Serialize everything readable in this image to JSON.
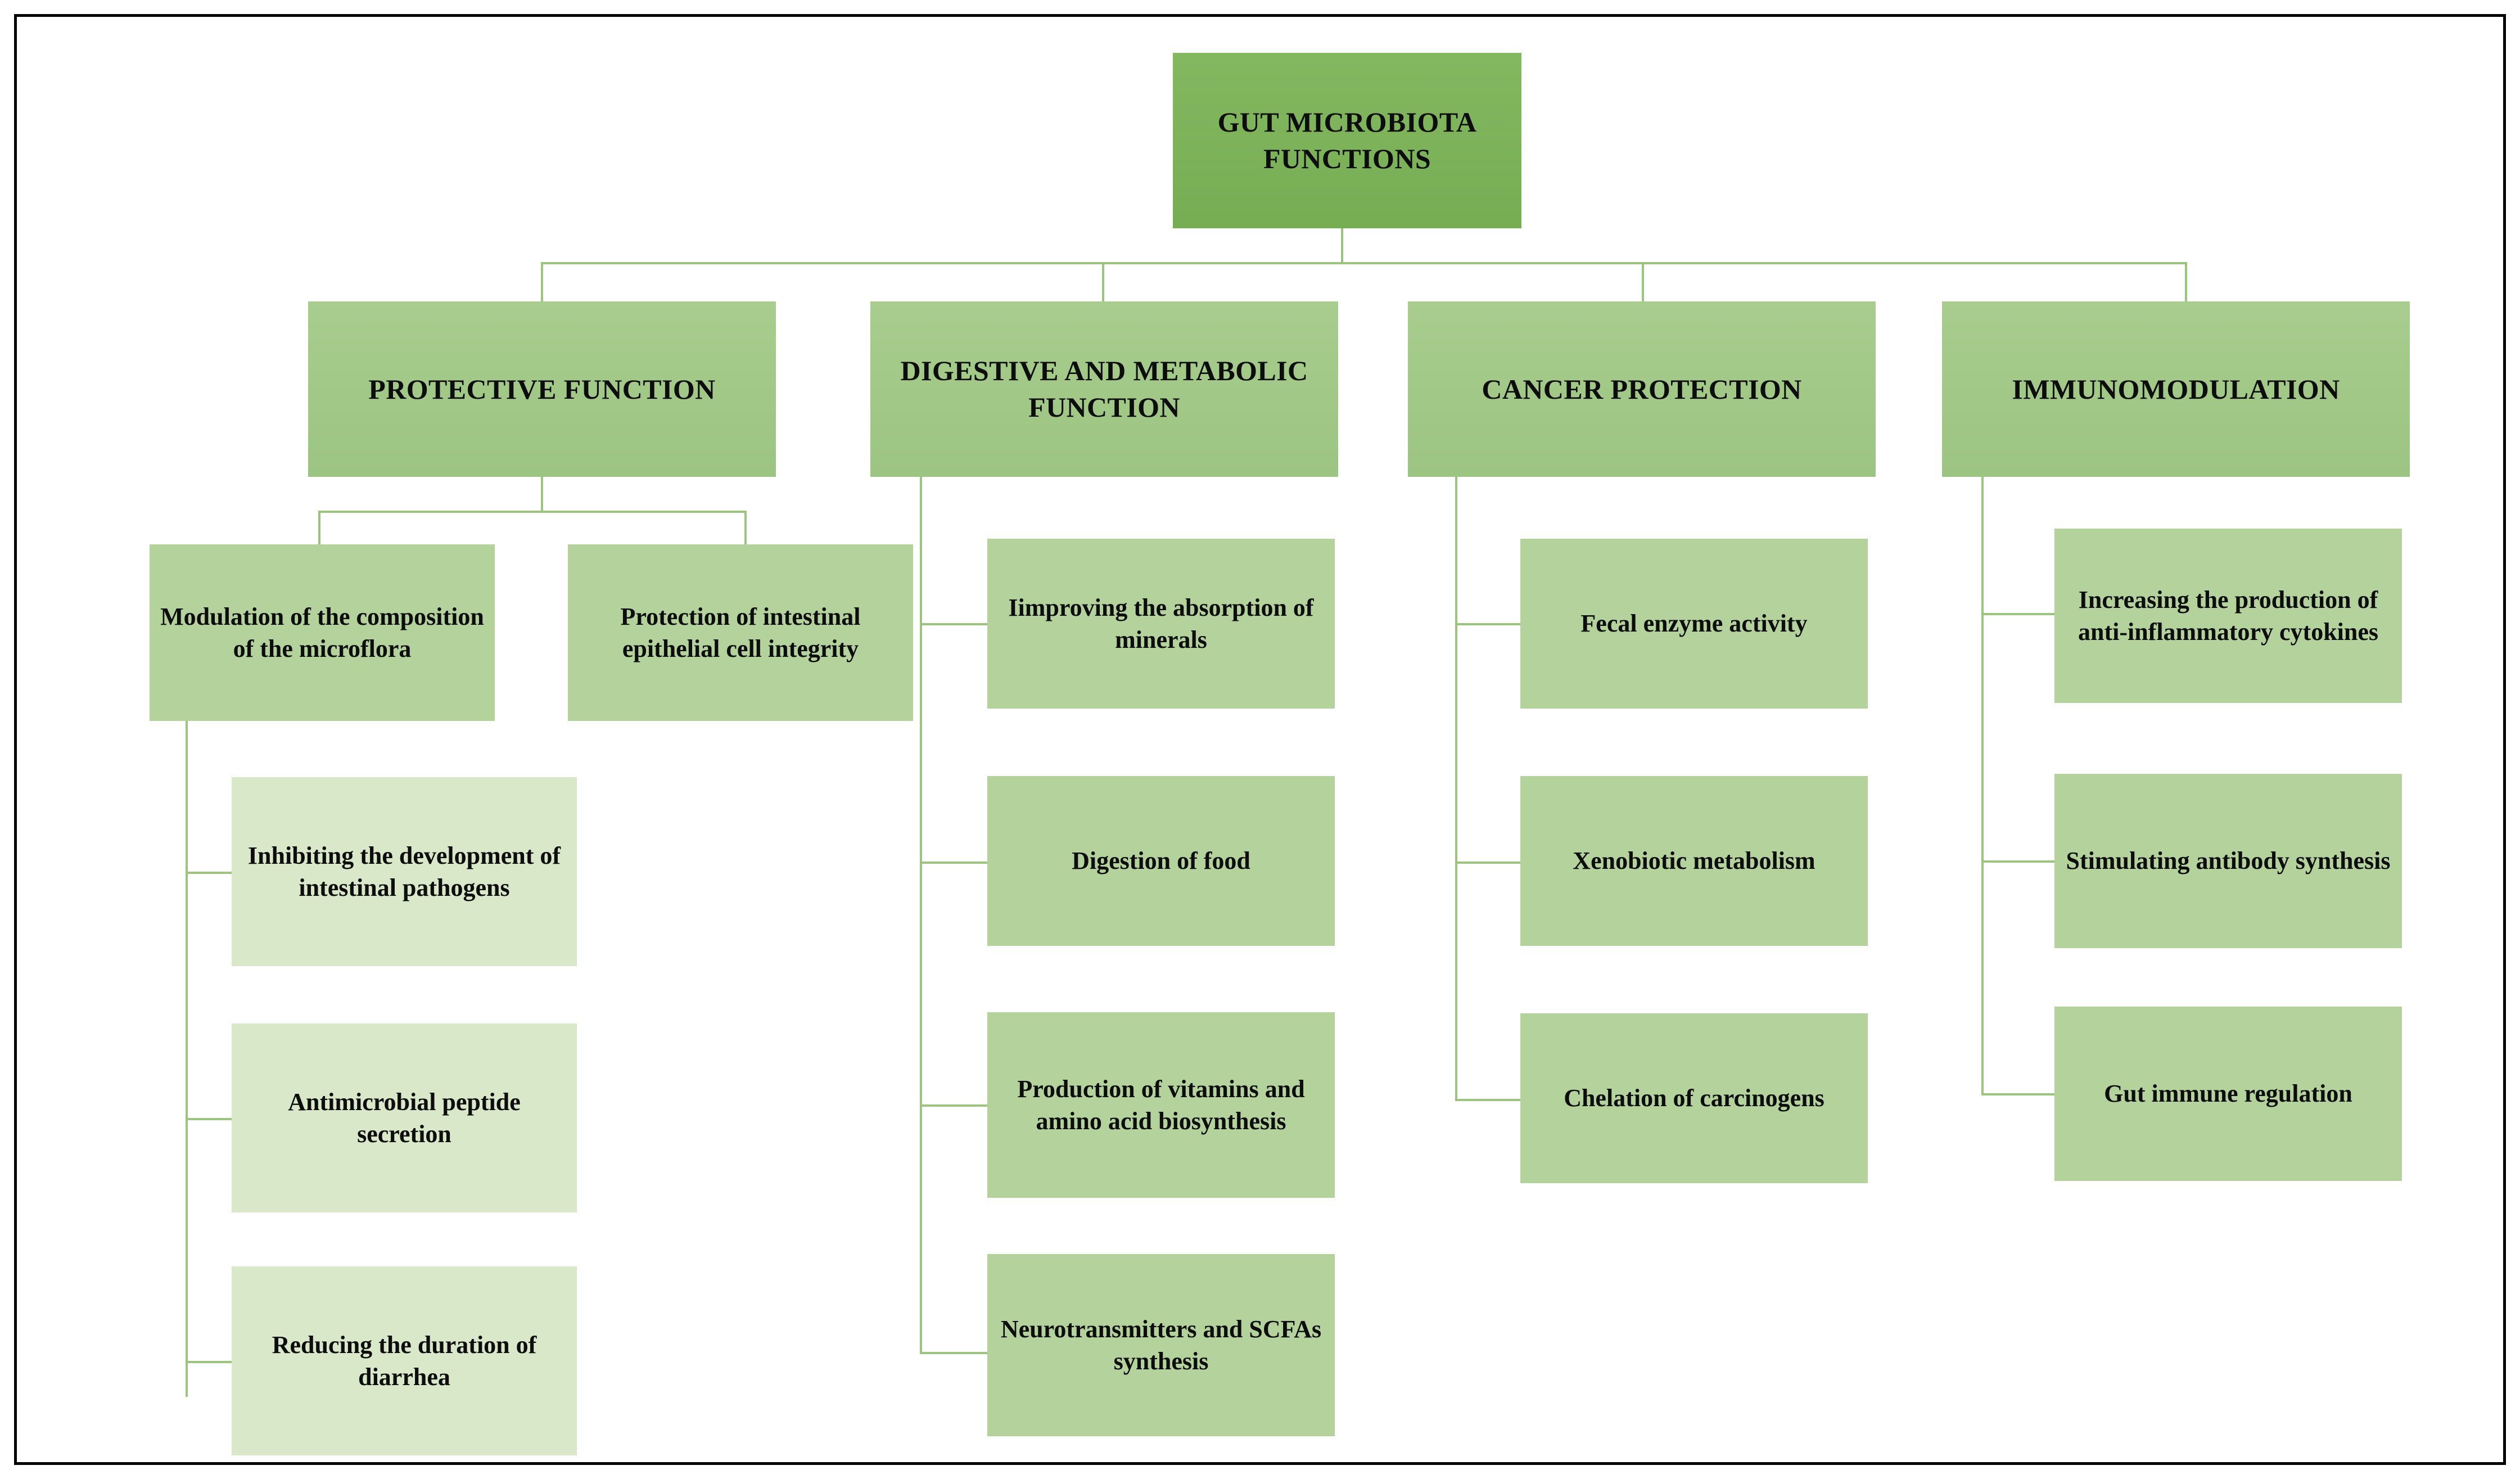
{
  "diagram": {
    "title": "GUT MICROBIOTA FUNCTIONS",
    "root": {
      "label": "GUT MICROBIOTA FUNCTIONS"
    },
    "branches": [
      {
        "label": "PROTECTIVE FUNCTION",
        "children": [
          {
            "label": "Modulation of the composition of the microflora",
            "children": [
              {
                "label": "Inhibiting the development of intestinal pathogens"
              },
              {
                "label": "Antimicrobial peptide secretion"
              },
              {
                "label": "Reducing the duration of diarrhea"
              }
            ]
          },
          {
            "label": "Protection of intestinal epithelial cell integrity",
            "children": []
          }
        ]
      },
      {
        "label": "DIGESTIVE AND METABOLIC FUNCTION",
        "children": [
          {
            "label": "Iimproving the absorption of minerals"
          },
          {
            "label": "Digestion of food"
          },
          {
            "label": "Production of vitamins and amino acid biosynthesis"
          },
          {
            "label": "Neurotransmitters and SCFAs synthesis"
          }
        ]
      },
      {
        "label": "CANCER PROTECTION",
        "children": [
          {
            "label": "Fecal enzyme activity"
          },
          {
            "label": "Xenobiotic metabolism"
          },
          {
            "label": "Chelation of carcinogens"
          }
        ]
      },
      {
        "label": "IMMUNOMODULATION",
        "children": [
          {
            "label": "Increasing the production of anti-inflammatory cytokines"
          },
          {
            "label": "Stimulating antibody synthesis"
          },
          {
            "label": "Gut immune regulation"
          }
        ]
      }
    ],
    "colors": {
      "root_fill": "#7db058",
      "level2_fill": "#a2c888",
      "level3_fill": "#b4d39c",
      "level4_fill": "#d8e8c8",
      "connector": "#9cc47e",
      "frame": "#000000",
      "text": "#0d0d0d",
      "background": "#ffffff"
    }
  }
}
